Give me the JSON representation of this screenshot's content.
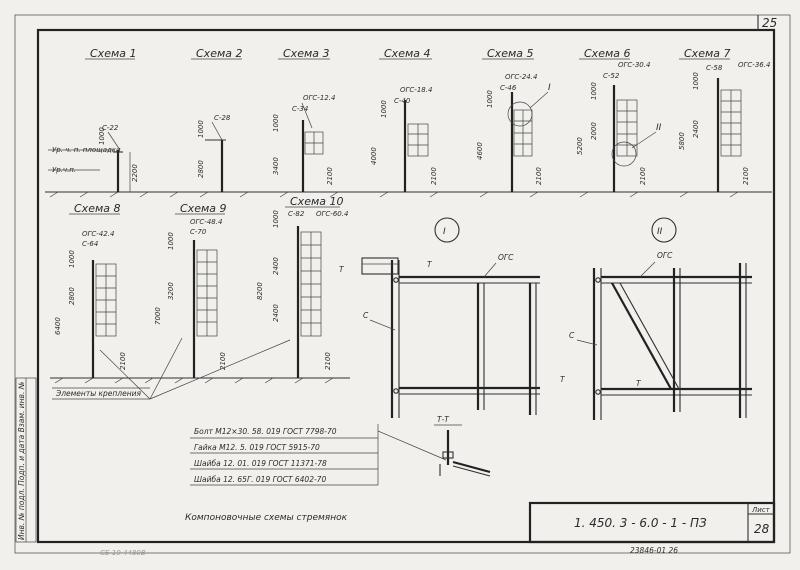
{
  "sheet_number": "25",
  "sheet_label": "Лист",
  "sheet_index": "28",
  "designation": "1. 450. 3 - 6.0 - 1 - ПЗ",
  "title": "Компоновочные схемы стремянок",
  "archive_number": "23846-01 26",
  "stamp": "СБ 19 4480В",
  "side_note": "Инв. № подл. Подп. и дата Взам. инв. №",
  "schemes": {
    "s1": {
      "title": "Схема 1",
      "mark": "С-22",
      "d1": "1000",
      "d2": "2200",
      "lvl1": "Ур. ч. п. площадки",
      "lvl2": "Ур.ч.п."
    },
    "s2": {
      "title": "Схема 2",
      "mark": "С-28",
      "d1": "1000",
      "d2": "2800"
    },
    "s3": {
      "title": "Схема 3",
      "mark1": "ОГС-12.4",
      "mark2": "С-34",
      "d1": "1000",
      "d2": "3400",
      "d3": "2100"
    },
    "s4": {
      "title": "Схема 4",
      "mark1": "ОГС-18.4",
      "mark2": "С-40",
      "d1": "1000",
      "d2": "4000",
      "d3": "2100"
    },
    "s5": {
      "title": "Схема 5",
      "mark1": "ОГС-24.4",
      "mark2": "С-46",
      "node": "I",
      "d1": "1000",
      "d2": "4600",
      "d3": "2100"
    },
    "s6": {
      "title": "Схема 6",
      "mark1": "ОГС-30.4",
      "mark2": "С-52",
      "node": "II",
      "d1": "1000",
      "d2": "2000",
      "d3": "5200",
      "d4": "2100"
    },
    "s7": {
      "title": "Схема 7",
      "mark1": "С-58",
      "mark2": "ОГС-36.4",
      "d1": "1000",
      "d2": "2400",
      "d3": "5800",
      "d4": "2100"
    },
    "s8": {
      "title": "Схема 8",
      "mark1": "ОГС-42.4",
      "mark2": "С-64",
      "d1": "1000",
      "d2": "2800",
      "d3": "6400",
      "d4": "2100"
    },
    "s9": {
      "title": "Схема 9",
      "mark1": "ОГС-48.4",
      "mark2": "С-70",
      "d1": "1000",
      "d2": "3200",
      "d3": "7000",
      "d4": "2100"
    },
    "s10": {
      "title": "Схема 10",
      "mark1": "С-82",
      "mark2": "ОГС-60.4",
      "d1": "1000",
      "d2": "2400",
      "d3": "2400",
      "d4": "8200",
      "d5": "2100"
    },
    "mount": "Элементы крепления"
  },
  "details": {
    "node1": "I",
    "node2": "II",
    "ogs": "ОГС",
    "c": "С",
    "t": "Т",
    "tt": "Т-Т"
  },
  "fasteners": [
    "Болт М12×30. 58. 019  ГОСТ 7798-70",
    "Гайка М12. 5. 019  ГОСТ 5915-70",
    "Шайба 12. 01. 019  ГОСТ 11371-78",
    "Шайба 12. 65Г. 019  ГОСТ 6402-70"
  ]
}
